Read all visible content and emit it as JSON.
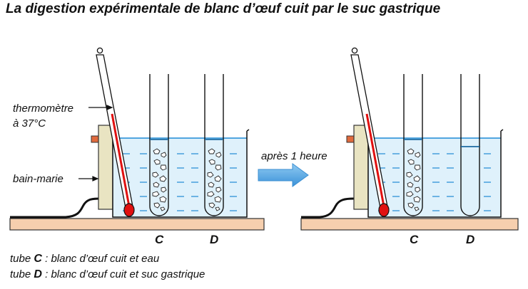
{
  "title": "La digestion expérimentale de blanc d’œuf cuit par le suc gastrique",
  "labels": {
    "thermometer_line1": "thermomètre",
    "thermometer_line2": "à 37°C",
    "water_bath": "bain-marie",
    "arrow_text": "après 1 heure"
  },
  "tubes": {
    "tube_c_letter": "C",
    "tube_d_letter": "D"
  },
  "legend": {
    "c_prefix": "tube ",
    "c_letter": "C",
    "c_text": " : blanc d’œuf cuit et eau",
    "d_prefix": "tube ",
    "d_letter": "D",
    "d_text": " : blanc d’œuf cuit  et suc gastrique"
  },
  "colors": {
    "water": "#dff1fb",
    "water_line": "#1f8ad6",
    "bench": "#f6cfae",
    "heater": "#e9e4c2",
    "mercury": "#e01010",
    "arrow": "#4ea6e6"
  }
}
